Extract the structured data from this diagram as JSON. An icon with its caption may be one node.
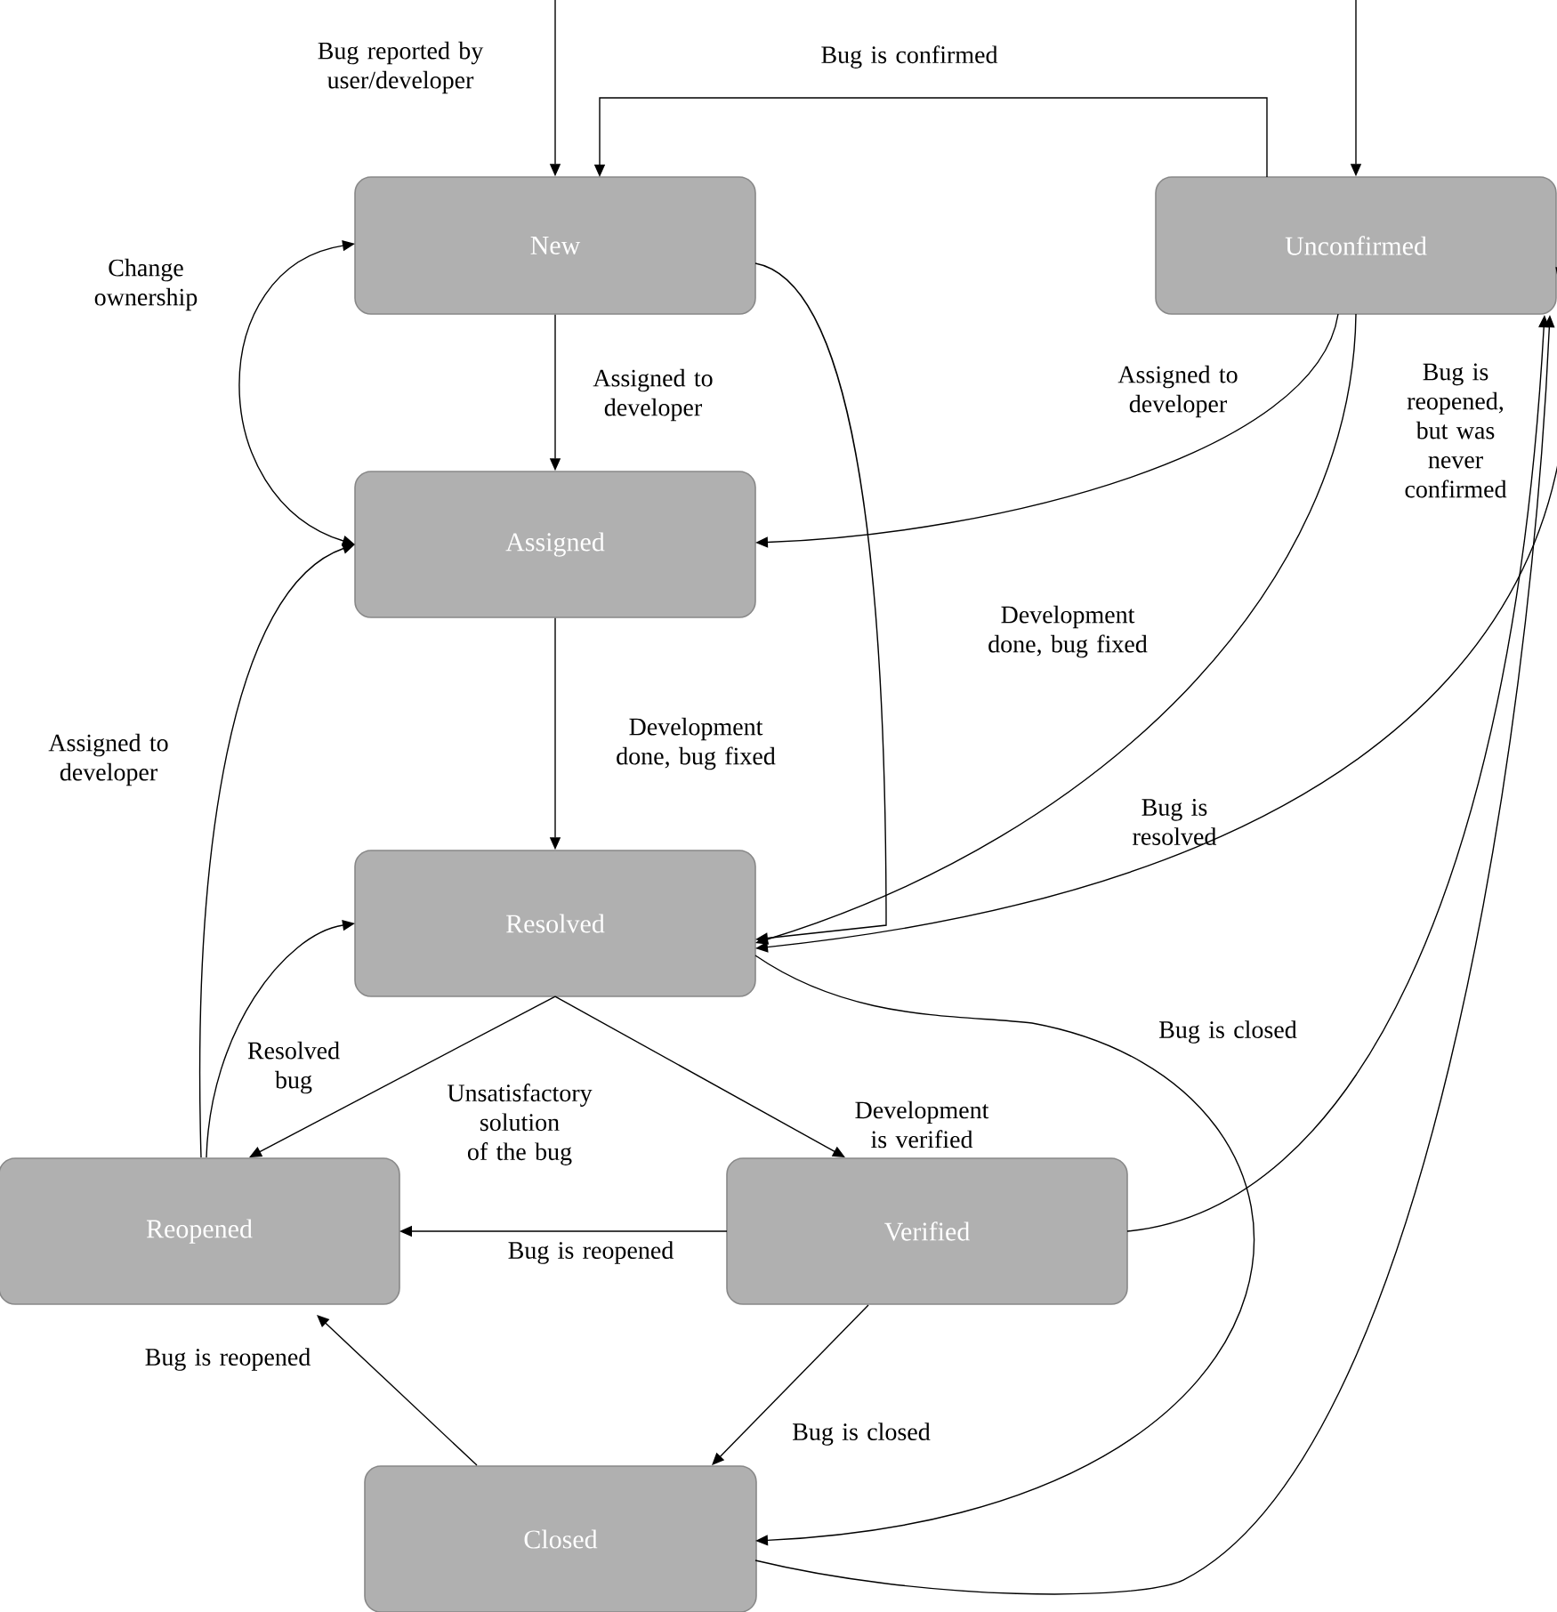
{
  "diagram": {
    "nodes": [
      {
        "text": [
          "New"
        ]
      },
      {
        "text": [
          "Unconfirmed"
        ]
      },
      {
        "text": [
          "Assigned"
        ]
      },
      {
        "text": [
          "Resolved"
        ]
      },
      {
        "text": [
          "Reopened"
        ]
      },
      {
        "text": [
          "Verified"
        ]
      },
      {
        "text": [
          "Closed"
        ]
      }
    ],
    "edges": [
      {
        "from": null,
        "to": 0,
        "arrow": "to",
        "label": "Bug reported by user/developer"
      },
      {
        "from": null,
        "to": 1,
        "arrow": "to"
      },
      {
        "from": 1,
        "to": 0,
        "arrow": "to",
        "label": "Bug is confirmed"
      },
      {
        "from": 0,
        "to": 2,
        "arrow": "to",
        "label": "Assigned to developer"
      },
      {
        "from": 2,
        "to": 0,
        "arrow": "both",
        "label": "Change ownership"
      },
      {
        "from": 1,
        "to": 2,
        "arrow": "to",
        "label": "Assigned to developer"
      },
      {
        "from": 2,
        "to": 3,
        "arrow": "to",
        "label": "Development done, bug fixed"
      },
      {
        "from": 0,
        "to": 3,
        "arrow": "to"
      },
      {
        "from": 1,
        "to": 3,
        "arrow": "to",
        "label": "Development done, bug fixed"
      },
      {
        "from": 1,
        "to": 3,
        "arrow": "to",
        "label": "Bug is resolved"
      },
      {
        "from": 5,
        "to": 1,
        "arrow": "to"
      },
      {
        "from": 6,
        "to": 1,
        "arrow": "to",
        "label": "Bug is reopened, but was never confirmed"
      },
      {
        "from": 3,
        "to": 6,
        "arrow": "to",
        "label": "Bug is closed"
      },
      {
        "from": 3,
        "to": 4,
        "arrow": "to",
        "label": "Unsatisfactory solution of the bug"
      },
      {
        "from": 3,
        "to": 5,
        "arrow": "to",
        "label": "Development is verified"
      },
      {
        "from": 4,
        "to": 3,
        "arrow": "to",
        "label": "Resolved bug"
      },
      {
        "from": 4,
        "to": 2,
        "arrow": "to",
        "label": "Assigned to developer"
      },
      {
        "from": 5,
        "to": 4,
        "arrow": "to",
        "label": "Bug is reopened"
      },
      {
        "from": 5,
        "to": 6,
        "arrow": "to",
        "label": "Bug is closed"
      },
      {
        "from": 6,
        "to": 4,
        "arrow": "to",
        "label": "Bug is reopened"
      }
    ]
  }
}
